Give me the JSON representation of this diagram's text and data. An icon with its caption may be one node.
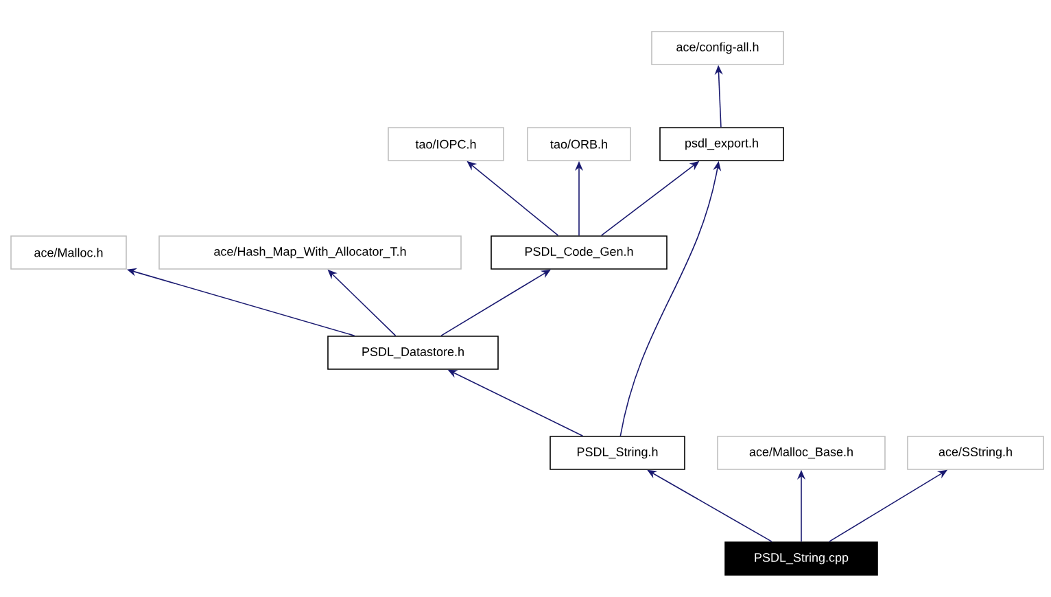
{
  "diagram": {
    "nodes": [
      {
        "text": [
          "ace/config-all.h"
        ]
      },
      {
        "text": [
          "tao/IOPC.h"
        ]
      },
      {
        "text": [
          "tao/ORB.h"
        ]
      },
      {
        "text": [
          "psdl_export.h"
        ]
      },
      {
        "text": [
          "ace/Malloc.h"
        ]
      },
      {
        "text": [
          "ace/Hash_Map_With_Allocator_T.h"
        ]
      },
      {
        "text": [
          "PSDL_Code_Gen.h"
        ]
      },
      {
        "text": [
          "PSDL_Datastore.h"
        ]
      },
      {
        "text": [
          "PSDL_String.h"
        ]
      },
      {
        "text": [
          "ace/Malloc_Base.h"
        ]
      },
      {
        "text": [
          "ace/SString.h"
        ]
      },
      {
        "text": [
          "PSDL_String.cpp"
        ]
      }
    ],
    "edges": [
      {
        "from": 3,
        "to": 0,
        "arrow": "to"
      },
      {
        "from": 6,
        "to": 1,
        "arrow": "to"
      },
      {
        "from": 6,
        "to": 2,
        "arrow": "to"
      },
      {
        "from": 6,
        "to": 3,
        "arrow": "to"
      },
      {
        "from": 7,
        "to": 4,
        "arrow": "to"
      },
      {
        "from": 7,
        "to": 5,
        "arrow": "to"
      },
      {
        "from": 7,
        "to": 6,
        "arrow": "to"
      },
      {
        "from": 8,
        "to": 7,
        "arrow": "to"
      },
      {
        "from": 8,
        "to": 3,
        "arrow": "to"
      },
      {
        "from": 11,
        "to": 8,
        "arrow": "to"
      },
      {
        "from": 11,
        "to": 9,
        "arrow": "to"
      },
      {
        "from": 11,
        "to": 10,
        "arrow": "to"
      }
    ]
  }
}
